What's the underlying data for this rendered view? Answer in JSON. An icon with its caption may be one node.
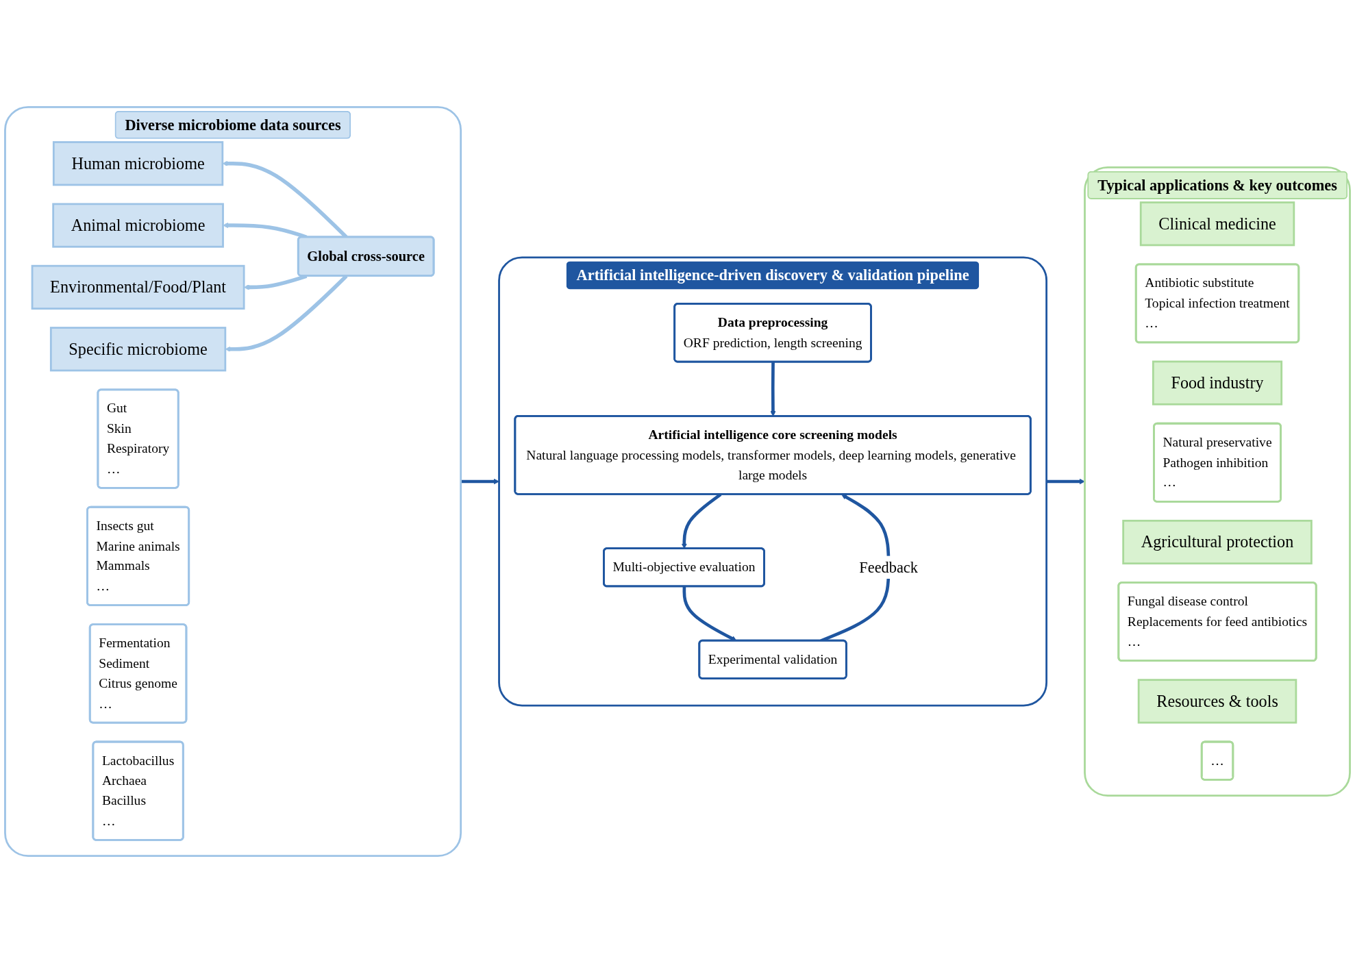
{
  "diagram": {
    "nodes": [
      {
        "text": [
          "Diverse microbiome data sources"
        ]
      },
      {
        "text": [
          "Human microbiome"
        ],
        "in": 0
      },
      {
        "text": [
          "Gut",
          "Skin",
          "Respiratory",
          "…"
        ],
        "in": 0
      },
      {
        "text": [
          "Animal microbiome"
        ],
        "in": 0
      },
      {
        "text": [
          "Insects gut",
          "Marine animals",
          "Mammals",
          "…"
        ],
        "in": 0
      },
      {
        "text": [
          "Environmental/Food/Plant"
        ],
        "in": 0
      },
      {
        "text": [
          "Fermentation",
          "Sediment",
          "Citrus genome",
          "…"
        ],
        "in": 0
      },
      {
        "text": [
          "Specific microbiome"
        ],
        "in": 0
      },
      {
        "text": [
          "Lactobacillus",
          "Archaea",
          "Bacillus",
          "…"
        ],
        "in": 0
      },
      {
        "text": [
          "Global cross-source"
        ],
        "in": 0
      },
      {
        "text": [
          "Typical applications & key outcomes"
        ]
      },
      {
        "text": [
          "Clinical medicine"
        ],
        "in": 10
      },
      {
        "text": [
          "Antibiotic substitute",
          "Topical infection treatment",
          "…"
        ],
        "in": 10
      },
      {
        "text": [
          "Food industry"
        ],
        "in": 10
      },
      {
        "text": [
          "Natural preservative",
          "Pathogen inhibition",
          "…"
        ],
        "in": 10
      },
      {
        "text": [
          "Agricultural protection"
        ],
        "in": 10
      },
      {
        "text": [
          "Fungal disease control",
          "Replacements for feed antibiotics",
          "…"
        ],
        "in": 10
      },
      {
        "text": [
          "Resources & tools"
        ],
        "in": 10
      },
      {
        "text": [
          "…"
        ],
        "in": 10
      },
      {
        "text": [
          "Artificial intelligence-driven discovery & validation pipeline"
        ]
      },
      {
        "text": [
          "Data preprocessing",
          "ORF prediction, length screening"
        ],
        "in": 19
      },
      {
        "text": [
          "Artificial intelligence core screening models",
          "Natural language processing models, transformer models, deep learning models, generative large models"
        ],
        "in": 19
      },
      {
        "text": [
          "Multi-objective evaluation"
        ],
        "in": 19
      },
      {
        "text": [
          "Experimental validation"
        ],
        "in": 19
      }
    ],
    "edges": [
      {
        "from": 9,
        "to": 1,
        "arrow": "to",
        "color": "#9dc3e6"
      },
      {
        "from": 9,
        "to": 3,
        "arrow": "to",
        "color": "#9dc3e6"
      },
      {
        "from": 9,
        "to": 5,
        "arrow": "to",
        "color": "#9dc3e6"
      },
      {
        "from": 9,
        "to": 7,
        "arrow": "to",
        "color": "#9dc3e6"
      },
      {
        "from": 0,
        "to": 19,
        "arrow": "to"
      },
      {
        "from": 19,
        "to": 10,
        "arrow": "to"
      },
      {
        "from": 20,
        "to": 21,
        "arrow": "to"
      },
      {
        "from": 21,
        "to": 22,
        "arrow": "to"
      },
      {
        "from": 22,
        "to": 23,
        "arrow": "to"
      },
      {
        "from": 23,
        "to": 21,
        "arrow": "to",
        "label": "Feedback"
      }
    ]
  }
}
